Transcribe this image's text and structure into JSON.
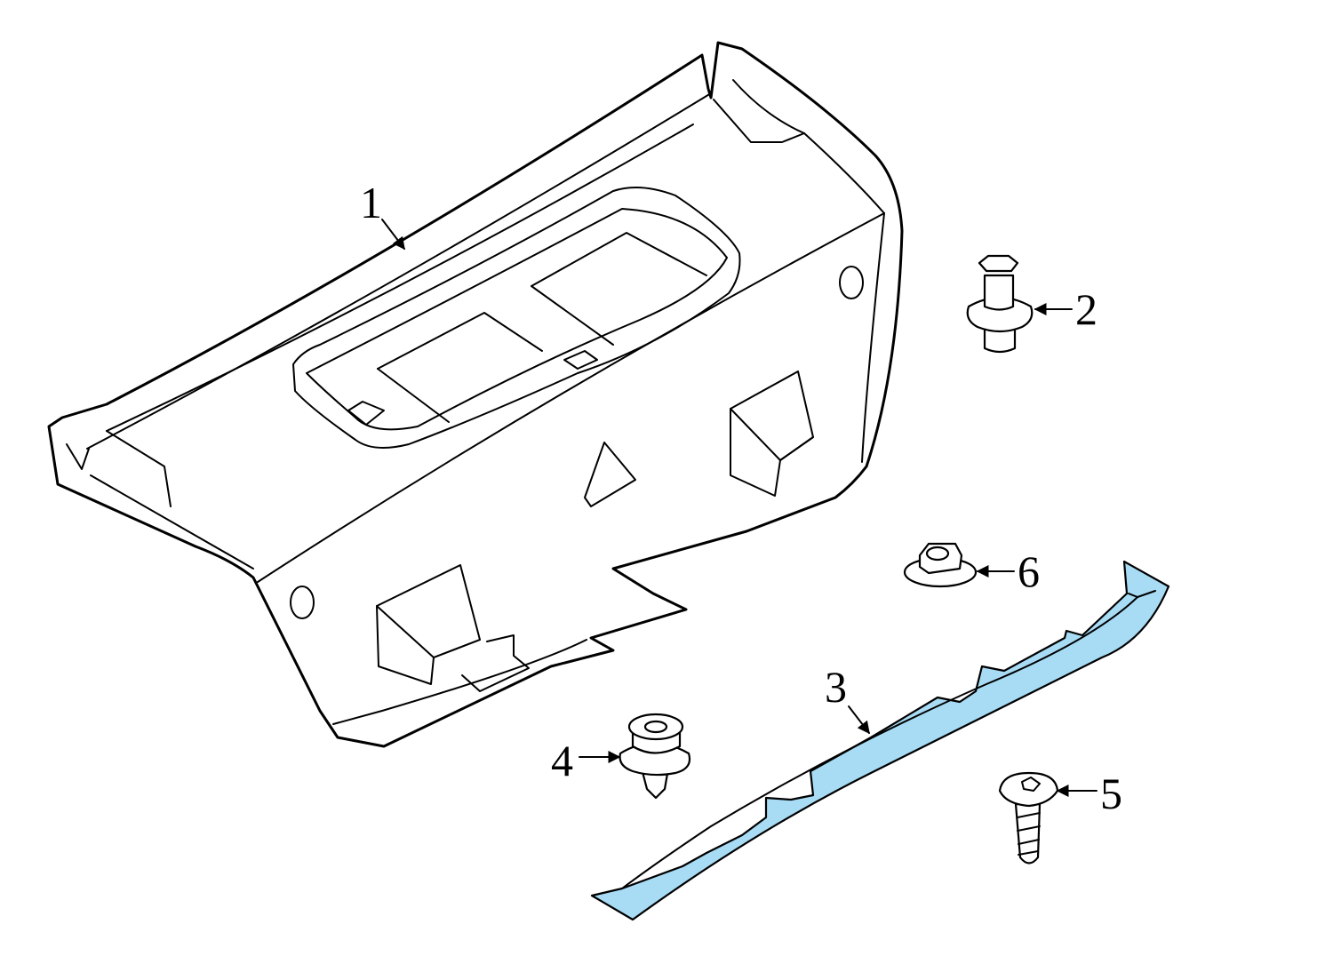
{
  "colors": {
    "highlight": "#a8dcf5",
    "line": "#000000",
    "background": "#ffffff"
  },
  "callouts": [
    {
      "label": "1",
      "part": "trunk-lid-trim-panel"
    },
    {
      "label": "2",
      "part": "retainer-pin"
    },
    {
      "label": "3",
      "part": "trim-molding-highlighted"
    },
    {
      "label": "4",
      "part": "push-clip"
    },
    {
      "label": "5",
      "part": "screw"
    },
    {
      "label": "6",
      "part": "flange-nut"
    }
  ]
}
